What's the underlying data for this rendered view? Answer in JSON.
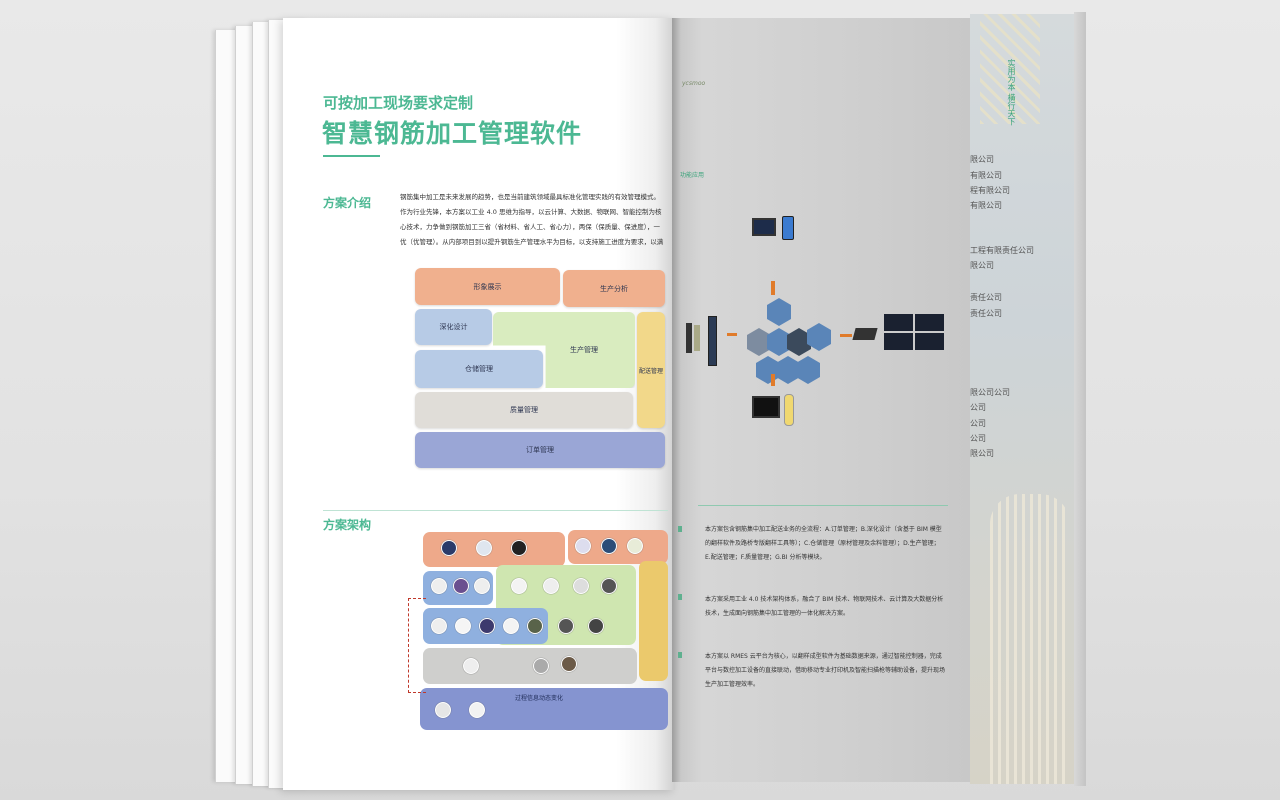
{
  "left_page": {
    "subtitle": "可按加工现场要求定制",
    "title": "智慧钢筋加工管理软件",
    "intro_heading": "方案介绍",
    "intro_text": "钢筋集中加工是未来发展的趋势，也是当前建筑领域最具标准化管理实践的有效管理模式。作为行业先锋，本方案以工业 4.0 思维为指导，以云计算、大数据、物联网、智能控制为核心技术，力争做到钢筋加工三省（省材料、省人工、省心力），两保（保质量、保进度），一优（优管理）。从内部项目到以提升钢筋生产管理水平为目标，以支持施工进度为要求，以满足质量为底线的管理化钢筋生产。",
    "modules": [
      "形象展示",
      "生产分析",
      "深化设计",
      "生产管理",
      "配送管理",
      "仓储管理",
      "质量管理",
      "订单管理"
    ],
    "arch_heading": "方案架构",
    "arch_label": "过程信息动态变化"
  },
  "right_page": {
    "logo": "ycsmoo",
    "section_label": "功能应用",
    "paragraphs": [
      "本方案包含钢筋集中加工配送业务的全流程：A.订单管理；B.深化设计（含基于 BIM 模型的翻样软件及路桥专版翻样工具等）；C.仓储管理（原材管理及余料管理）；D.生产管理；E.配送管理；F.质量管理；G.BI 分析等模块。",
      "本方案采用工业 4.0 技术架构体系，融合了 BIM 技术、物联网技术、云计算及大数据分析技术，生成面向钢筋集中加工管理的一体化解决方案。",
      "本方案以 RMES 云平台为核心，以翻样成型软件为基础数据来源，通过智能控制器，完成平台与数控加工设备的直接联动，借助移动专业打印机及智能扫描枪等辅助设备，提升现场生产加工管理效率。"
    ]
  },
  "back_page": {
    "slogan": "实用为本 横行天下",
    "companies": [
      "限公司",
      "有限公司",
      "程有限公司",
      "有限公司",
      "工程有限责任公司",
      "限公司",
      "责任公司",
      "责任公司",
      "限公司公司",
      "公司",
      "公司",
      "公司",
      "限公司"
    ]
  }
}
